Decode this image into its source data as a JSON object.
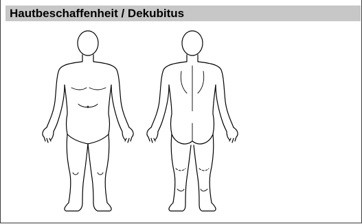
{
  "section": {
    "title": "Hautbeschaffenheit / Dekubitus"
  },
  "diagram": {
    "front_view_icon": "human-body-front",
    "back_view_icon": "human-body-back"
  }
}
